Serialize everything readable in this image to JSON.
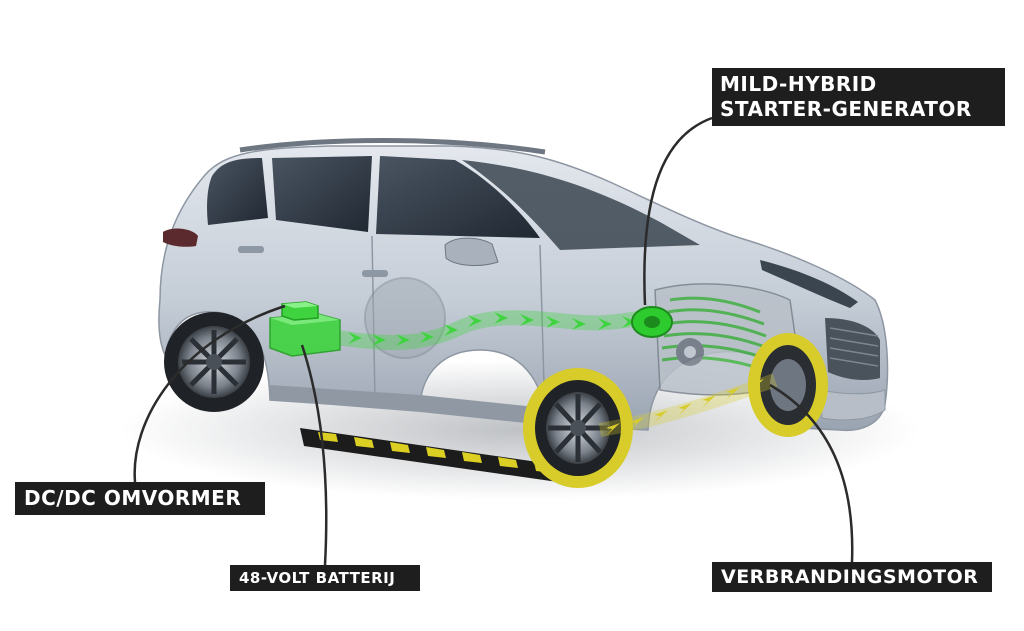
{
  "labels": {
    "starter_generator_line1": "MILD-HYBRID",
    "starter_generator_line2": "STARTER-GENERATOR",
    "dcdc_converter": "DC/DC OMVORMER",
    "battery": "48-VOLT BATTERIJ",
    "engine": "VERBRANDINGSMOTOR"
  },
  "colors": {
    "label_background": "#1e1e1e",
    "label_text": "#ffffff",
    "energy_flow": "#3fd43f",
    "mechanical_flow": "#d8cc2a",
    "car_body": "#c9d0d8",
    "leader_line": "#2b2b2b"
  }
}
